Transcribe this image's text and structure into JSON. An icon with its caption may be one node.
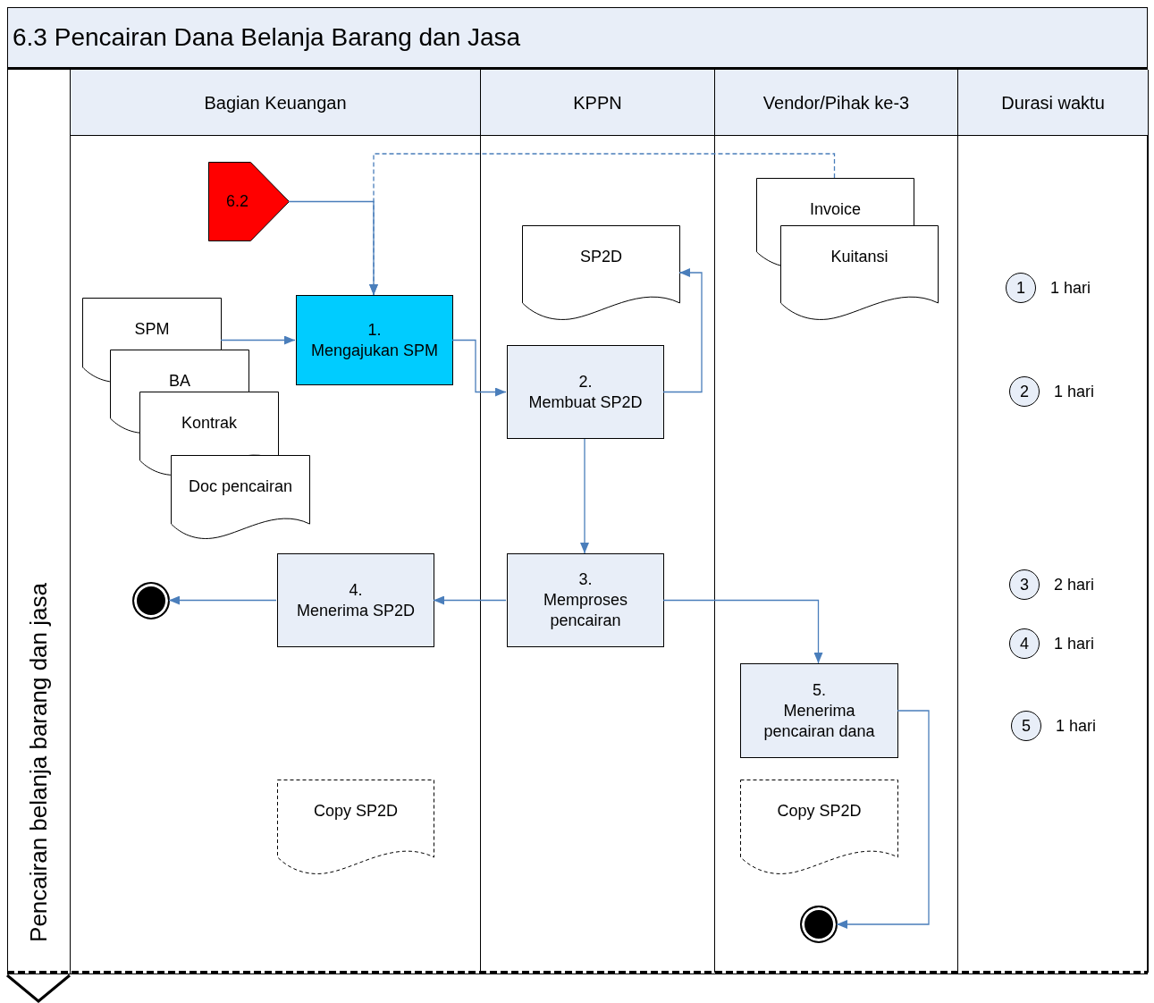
{
  "diagram": {
    "title": "6.3 Pencairan Dana Belanja Barang dan Jasa",
    "nodes": [
      {
        "text": [
          "Pencairan belanja barang dan jasa"
        ]
      },
      {
        "text": [
          "Bagian Keuangan"
        ],
        "in": 0
      },
      {
        "text": [
          "KPPN"
        ],
        "in": 0
      },
      {
        "text": [
          "Vendor/Pihak ke-3"
        ],
        "in": 0
      },
      {
        "text": [
          "Durasi waktu"
        ],
        "in": 0
      },
      {
        "text": [
          "6.2"
        ],
        "in": 1
      },
      {
        "text": [
          "SPM"
        ],
        "in": 1
      },
      {
        "text": [
          "BA"
        ],
        "in": 1
      },
      {
        "text": [
          "Kontrak"
        ],
        "in": 1
      },
      {
        "text": [
          "Doc pencairan"
        ],
        "in": 1
      },
      {
        "text": [
          "1.",
          "Mengajukan SPM"
        ],
        "in": 1
      },
      {
        "text": [
          "SP2D"
        ],
        "in": 2
      },
      {
        "text": [
          "2.",
          "Membuat SP2D"
        ],
        "in": 2
      },
      {
        "text": [
          "3.",
          "Memproses pencairan"
        ],
        "in": 2
      },
      {
        "text": [
          "4.",
          "Menerima SP2D"
        ],
        "in": 1
      },
      {
        "text": [],
        "shape": "circle",
        "in": 1
      },
      {
        "text": [
          "Invoice"
        ],
        "in": 3
      },
      {
        "text": [
          "Kuitansi"
        ],
        "in": 3
      },
      {
        "text": [
          "5.",
          "Menerima pencairan dana"
        ],
        "in": 3
      },
      {
        "text": [
          "Copy SP2D"
        ],
        "in": 1
      },
      {
        "text": [
          "Copy SP2D"
        ],
        "in": 3
      },
      {
        "text": [],
        "shape": "circle",
        "in": 3
      },
      {
        "text": [
          "1"
        ],
        "beside": [
          "1 hari"
        ],
        "in": 4
      },
      {
        "text": [
          "2"
        ],
        "beside": [
          "1 hari"
        ],
        "in": 4
      },
      {
        "text": [
          "3"
        ],
        "beside": [
          "2 hari"
        ],
        "in": 4
      },
      {
        "text": [
          "4"
        ],
        "beside": [
          "1 hari"
        ],
        "in": 4
      },
      {
        "text": [
          "5"
        ],
        "beside": [
          "1 hari"
        ],
        "in": 4
      }
    ],
    "edges": [
      {
        "from": 5,
        "to": 10,
        "arrow": "to"
      },
      {
        "from": 16,
        "to": 10,
        "arrow": "to",
        "style": "dashed"
      },
      {
        "from": 6,
        "to": 10,
        "arrow": "to"
      },
      {
        "from": 10,
        "to": 12,
        "arrow": "to"
      },
      {
        "from": 12,
        "to": 11,
        "arrow": "to"
      },
      {
        "from": 12,
        "to": 13,
        "arrow": "to"
      },
      {
        "from": 13,
        "to": 14,
        "arrow": "to"
      },
      {
        "from": 14,
        "to": 15,
        "arrow": "to"
      },
      {
        "from": 13,
        "to": 18,
        "arrow": "to"
      },
      {
        "from": 18,
        "to": 21,
        "arrow": "to"
      }
    ]
  }
}
